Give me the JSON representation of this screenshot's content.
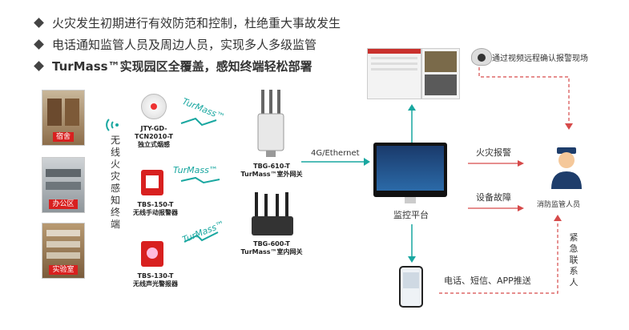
{
  "bullets": [
    "火灾发生初期进行有效防范和控制，杜绝重大事故发生",
    "电话通知监管人员及周边人员，实现多人多级监管",
    "TurMass™实现园区全覆盖，感知终端轻松部署"
  ],
  "locations": [
    "宿舍",
    "办公区",
    "实验室"
  ],
  "vertical_label": "无线火灾感知终端",
  "devices": [
    {
      "name": "JTY-GD-\nTCN2010-T\n独立式烟感"
    },
    {
      "name": "TBS-150-T\n无线手动报警器"
    },
    {
      "name": "TBS-130-T\n无线声光警报器"
    }
  ],
  "turmass_labels": [
    "TurMass™",
    "TurMass™",
    "TurMass™"
  ],
  "gateways": [
    {
      "name": "TBG-610-T\nTurMass™室外网关"
    },
    {
      "name": "TBG-600-T\nTurMass™室内网关"
    }
  ],
  "link_label": "4G/Ethernet",
  "monitor_label": "监控平台",
  "video_label": "通过视频远程确认报警现场",
  "fire_alarm_label": "火灾报警",
  "fault_label": "设备故障",
  "person_label": "消防监管人员",
  "notify_label": "电话、短信、APP推送",
  "emergency_label": "紧急联系人",
  "colors": {
    "arrow_teal": "#19a7a0",
    "arrow_red": "#d64a4a",
    "tag_red": "#d8201f"
  }
}
